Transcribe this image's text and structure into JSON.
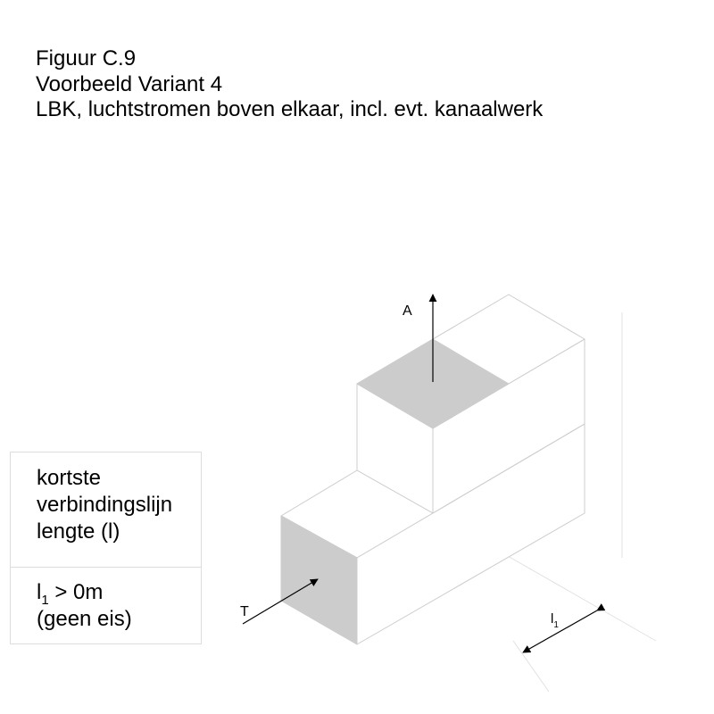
{
  "figure": {
    "number": "Figuur C.9",
    "subtitle": "Voorbeeld Variant 4",
    "caption": "LBK, luchtstromen boven elkaar, incl. evt. kanaalwerk"
  },
  "legend": {
    "line1": "kortste",
    "line2": "verbindingslijn",
    "line3": "lengte (l)",
    "req_prefix": "l",
    "req_sub": "1",
    "req_suffix": " > 0m",
    "req_note": "(geen eis)"
  },
  "diagram": {
    "label_outlet": "A",
    "label_inlet": "T",
    "dimension_label": "l",
    "dimension_sub": "1",
    "colors": {
      "opening_fill": "#cccccc",
      "edge": "#cccccc",
      "guide": "#e2e2e2",
      "arrow": "#000000"
    }
  }
}
